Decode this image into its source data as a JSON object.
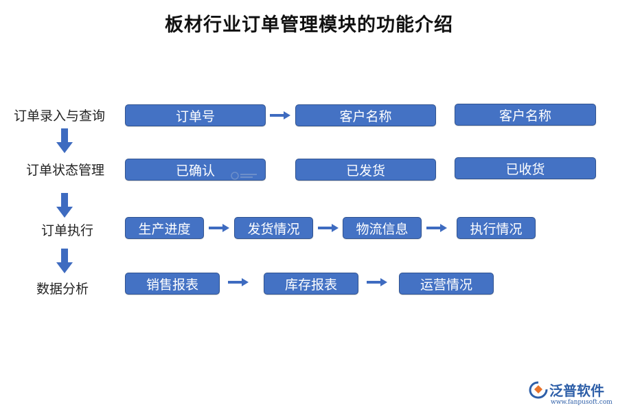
{
  "title": "板材行业订单管理模块的功能介绍",
  "stages": [
    {
      "label": "订单录入与查询",
      "items": [
        "订单号",
        "客户名称",
        "客户名称"
      ]
    },
    {
      "label": "订单状态管理",
      "items": [
        "已确认",
        "已发货",
        "已收货"
      ]
    },
    {
      "label": "订单执行",
      "items": [
        "生产进度",
        "发货情况",
        "物流信息",
        "执行情况"
      ]
    },
    {
      "label": "数据分析",
      "items": [
        "销售报表",
        "库存报表",
        "运营情况"
      ]
    }
  ],
  "brand": {
    "name": "泛普软件",
    "url": "www.fanpusoft.com"
  },
  "colors": {
    "box_fill": "#4472C4",
    "box_border": "#2F528F",
    "arrow": "#3E6BC0",
    "brand": "#2E5FA8",
    "logo_accent": "#E8732A"
  }
}
